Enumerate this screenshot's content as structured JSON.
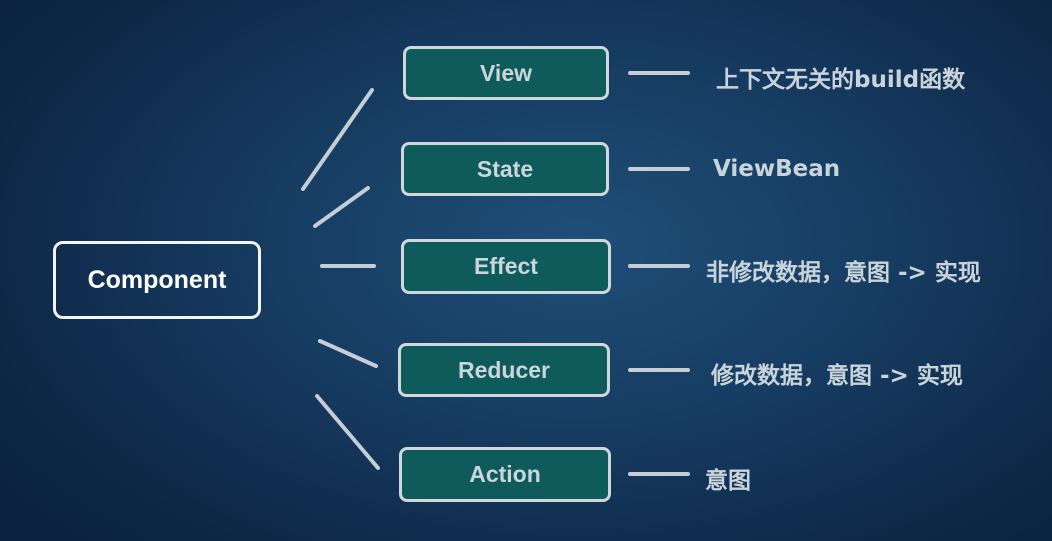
{
  "root": {
    "label": "Component"
  },
  "children": [
    {
      "label": "View",
      "description": "上下文无关的build函数"
    },
    {
      "label": "State",
      "description": "ViewBean"
    },
    {
      "label": "Effect",
      "description": "非修改数据，意图 -> 实现"
    },
    {
      "label": "Reducer",
      "description": "修改数据，意图 -> 实现"
    },
    {
      "label": "Action",
      "description": "意图"
    }
  ],
  "colors": {
    "background": "#173d63",
    "node_fill": "#0f5a5b",
    "stroke": "#d8dde2",
    "text": "#c9d6dc"
  }
}
